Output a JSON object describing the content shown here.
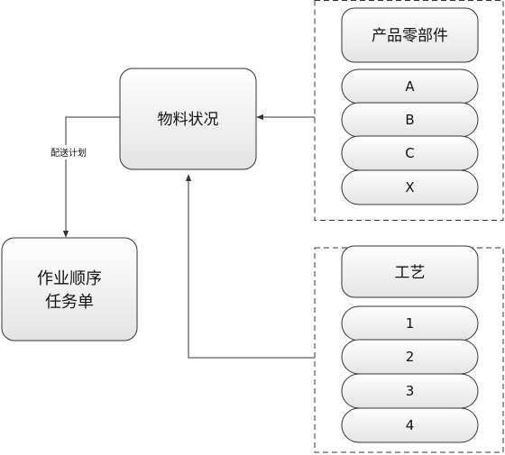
{
  "nodes": {
    "material_status": "物料状况",
    "work_order_line1": "作业顺序",
    "work_order_line2": "任务单"
  },
  "edges": {
    "delivery_plan": "配送计划"
  },
  "groups": {
    "parts": {
      "header": "产品零部件",
      "items": [
        "A",
        "B",
        "C",
        "X"
      ]
    },
    "process": {
      "header": "工艺",
      "items": [
        "1",
        "2",
        "3",
        "4"
      ]
    }
  }
}
